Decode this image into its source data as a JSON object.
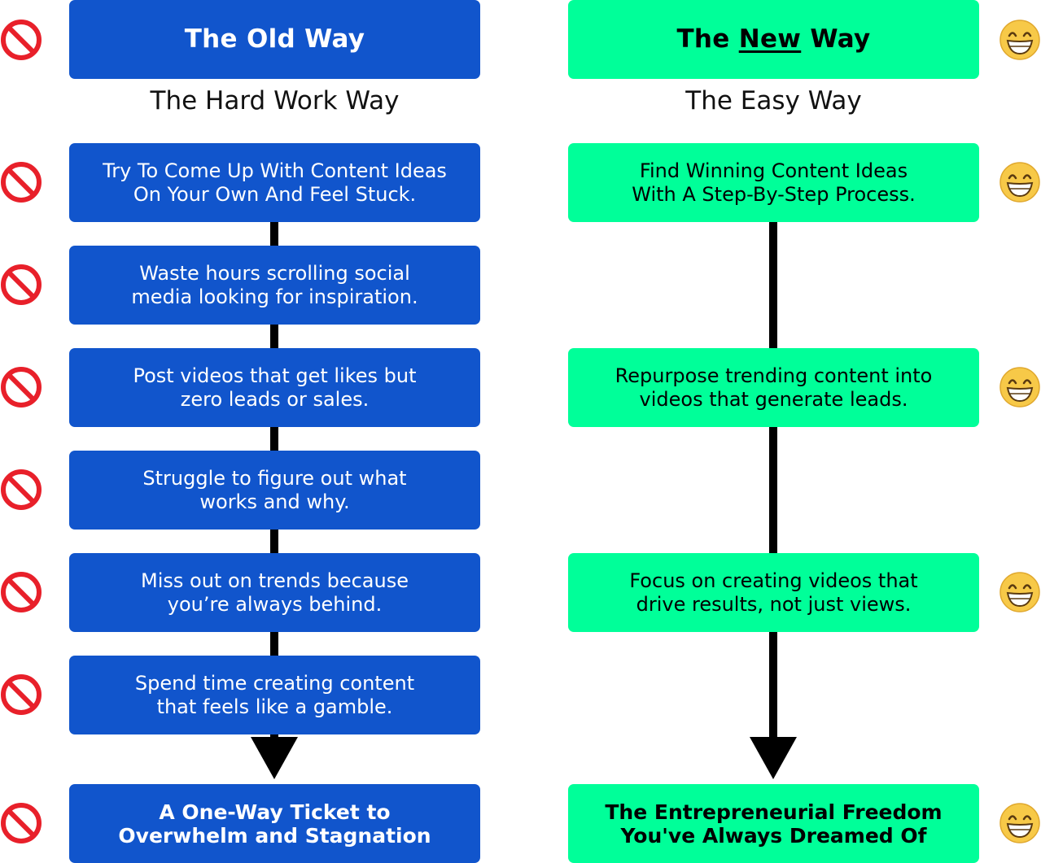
{
  "old_way": {
    "title": "The Old Way",
    "subtitle": "The Hard Work Way",
    "steps": [
      [
        "Try To Come Up With Content Ideas",
        "On Your Own And Feel Stuck."
      ],
      [
        "Waste hours scrolling social",
        "media looking for inspiration."
      ],
      [
        "Post videos that get likes but",
        "zero leads or sales."
      ],
      [
        "Struggle to figure out what",
        "works and why."
      ],
      [
        "Miss out on trends because",
        "you’re always behind."
      ],
      [
        "Spend time creating content",
        "that feels like a gamble."
      ]
    ],
    "result": [
      "A One-Way Ticket to",
      "Overwhelm and Stagnation"
    ],
    "icon": "prohibited-icon",
    "color": "#1155cc"
  },
  "new_way": {
    "title_pre": "The ",
    "title_emph": "New",
    "title_post": " Way",
    "subtitle": "The Easy Way",
    "steps": [
      [
        "Find Winning Content Ideas",
        "With A Step-By-Step Process."
      ],
      [
        "Repurpose trending content into",
        "videos that generate leads."
      ],
      [
        "Focus on creating videos that",
        "drive results, not just views."
      ]
    ],
    "result": [
      "The Entrepreneurial Freedom",
      "You've Always Dreamed Of"
    ],
    "icon": "grinning-face-icon",
    "color": "#00ff99"
  }
}
